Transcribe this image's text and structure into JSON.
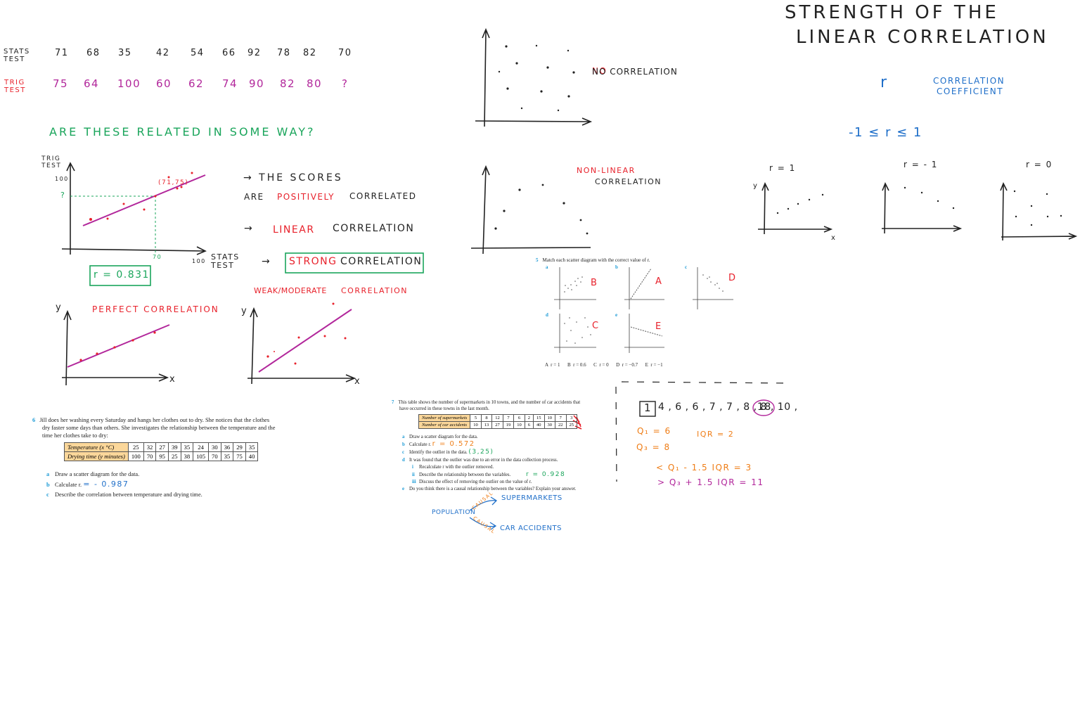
{
  "heading": {
    "line1": "STRENGTH   OF   THE",
    "line2": "LINEAR   CORRELATION"
  },
  "stats_row": {
    "label": "STATS TEST",
    "values": [
      "71",
      "68",
      "35",
      "42",
      "54",
      "66",
      "92",
      "78",
      "82",
      "70"
    ]
  },
  "trig_row": {
    "label": "TRIG TEST",
    "values": [
      "75",
      "64",
      "100",
      "60",
      "62",
      "74",
      "90",
      "82",
      "80",
      "?"
    ]
  },
  "question": "ARE THESE RELATED IN SOME WAY?",
  "graph1": {
    "ylabel": "TRIG TEST",
    "y100": "100",
    "qmark": "?",
    "xlabel": "STATS TEST",
    "x100": "100",
    "x70": "70",
    "point": "(71,75)"
  },
  "notes": {
    "n1": "→ THE SCORES",
    "n2a": "ARE",
    "n2b": "POSITIVELY",
    "n2c": "CORRELATED",
    "n3a": "→",
    "n3b": "LINEAR",
    "n3c": "CORRELATION",
    "n4a": "→",
    "n4b": "STRONG",
    "n4c": "CORRELATION",
    "r_box": "r = 0.831",
    "weak": "WEAK/MODERATE",
    "weak2": "CORRELATION"
  },
  "perfect": {
    "label": "PERFECT CORRELATION",
    "y": "y",
    "x": "x"
  },
  "weak_graph": {
    "y": "y",
    "x": "x"
  },
  "no_corr": "NO CORRELATION",
  "non_linear": {
    "l1": "NON-LINEAR",
    "l2": "CORRELATION"
  },
  "right": {
    "r_sym": "r",
    "coef1": "CORRELATION",
    "coef2": "COEFFICIENT",
    "range": "-1 ≤ r ≤ 1",
    "r1": "r = 1",
    "rm1": "r = - 1",
    "r0": "r = 0",
    "y": "y",
    "x": "x"
  },
  "q5": {
    "num": "5",
    "text": "Match each scatter diagram with the correct value of r.",
    "parts": [
      "a",
      "b",
      "c",
      "d",
      "e"
    ],
    "answers": [
      "B",
      "A",
      "D",
      "C",
      "E"
    ],
    "options": "A  r = 1      B  r = 0.6      C  r = 0      D  r = −0.7      E  r = −1"
  },
  "q6": {
    "num": "6",
    "text1": "Jill does her washing every Saturday and hangs her clothes out to dry. She notices that the clothes",
    "text2": "dry faster some days than others. She investigates the relationship between the temperature and the",
    "text3": "time her clothes take to dry:",
    "row1_head": "Temperature (x °C)",
    "row1": [
      "25",
      "32",
      "27",
      "39",
      "35",
      "24",
      "30",
      "36",
      "29",
      "35"
    ],
    "row2_head": "Drying time (y minutes)",
    "row2": [
      "100",
      "70",
      "95",
      "25",
      "38",
      "105",
      "70",
      "35",
      "75",
      "40"
    ],
    "a": "Draw a scatter diagram for the data.",
    "b": "Calculate r.",
    "b_ans": "= - 0.987",
    "c": "Describe the correlation between temperature and drying time."
  },
  "q7": {
    "num": "7",
    "text1": "This table shows the number of supermarkets in 10 towns, and the number of car accidents that",
    "text2": "have occurred in these towns in the last month.",
    "row1_head": "Number of supermarkets",
    "row1": [
      "5",
      "8",
      "12",
      "7",
      "6",
      "2",
      "15",
      "10",
      "7",
      "3"
    ],
    "row2_head": "Number of car accidents",
    "row2": [
      "10",
      "13",
      "27",
      "19",
      "10",
      "6",
      "40",
      "30",
      "22",
      "25"
    ],
    "a": "Draw a scatter diagram for the data.",
    "b": "Calculate r.",
    "b_ans": "r = 0.572",
    "c": "Identify the outlier in the data.",
    "c_ans": "(3,25)",
    "d": "It was found that the outlier was due to an error in the data collection process.",
    "di": "Recalculate r with the outlier removed.",
    "dii": "Describe the relationship between the variables.",
    "dii_ans": "r = 0.928",
    "diii": "Discuss the effect of removing the outlier on the value of r.",
    "e": "Do you think there is a causal relationship between the variables? Explain your answer.",
    "pop": "POPULATION",
    "causal1": "CAUSAL",
    "causal2": "CAUSAL",
    "super": "SUPERMARKETS",
    "car": "CAR ACCIDENTS"
  },
  "iqr": {
    "data_first": "1",
    "data_mid": "4 , 6 , 6 , 7 , 7 , 8 , 8 , 10 ,",
    "data_last": "18",
    "q1": "Q₁ = 6",
    "q3": "Q₃ = 8",
    "iqr": "IQR = 2",
    "low": "< Q₁ - 1.5 IQR = 3",
    "high": "> Q₃ + 1.5 IQR = 11"
  },
  "colors": {
    "ink": "#222222",
    "red": "#e8212b",
    "purple": "#b2279b",
    "green": "#1aa55b",
    "blue": "#1f6fc9",
    "orange": "#ef7d16",
    "table_head": "#fbd79a"
  }
}
